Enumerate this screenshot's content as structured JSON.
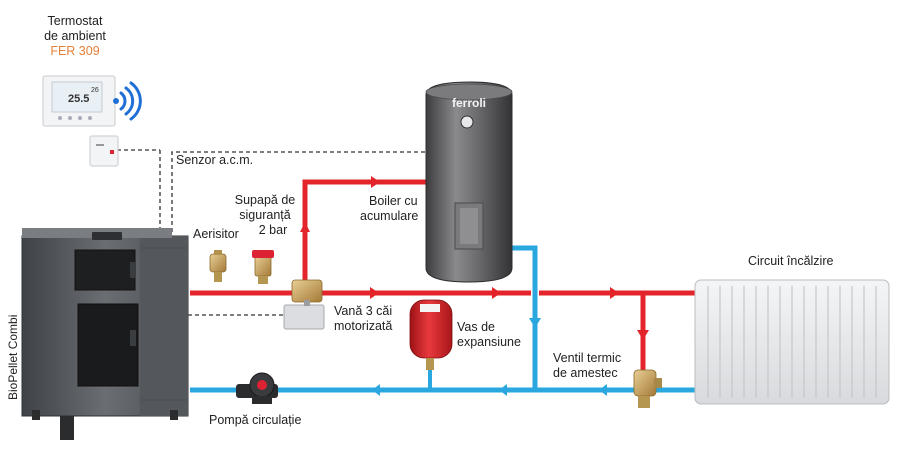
{
  "thermostat": {
    "title_line1": "Termostat",
    "title_line2": "de ambient",
    "model": "FER 309",
    "display_temp": "25.5",
    "display_small": "26"
  },
  "boiler_brand": "ferroli",
  "labels": {
    "sensor_acm": "Senzor a.c.m.",
    "safety_valve_line1": "Supapă de",
    "safety_valve_line2": "siguranță",
    "safety_valve_line3": "2 bar",
    "air_vent": "Aerisitor",
    "boiler_line1": "Boiler cu",
    "boiler_line2": "acumulare",
    "valve3_line1": "Vană 3 căi",
    "valve3_line2": "motorizată",
    "expansion_line1": "Vas de",
    "expansion_line2": "expansiune",
    "thermal_valve_line1": "Ventil termic",
    "thermal_valve_line2": "de amestec",
    "heating_circuit": "Circuit încălzire",
    "pump": "Pompă circulație",
    "furnace": "BioPellet Combi"
  },
  "colors": {
    "hot_pipe": "#e3242b",
    "cold_pipe": "#2aa7df",
    "dashed_line": "#333333",
    "accent_orange": "#e5803a",
    "wifi": "#1f6fd6",
    "furnace_body": "#5b5f63",
    "tank_body": "#6e6e70",
    "radiator": "#e9eaec",
    "expansion_vessel": "#d8262a",
    "brass": "#c9a15a"
  }
}
